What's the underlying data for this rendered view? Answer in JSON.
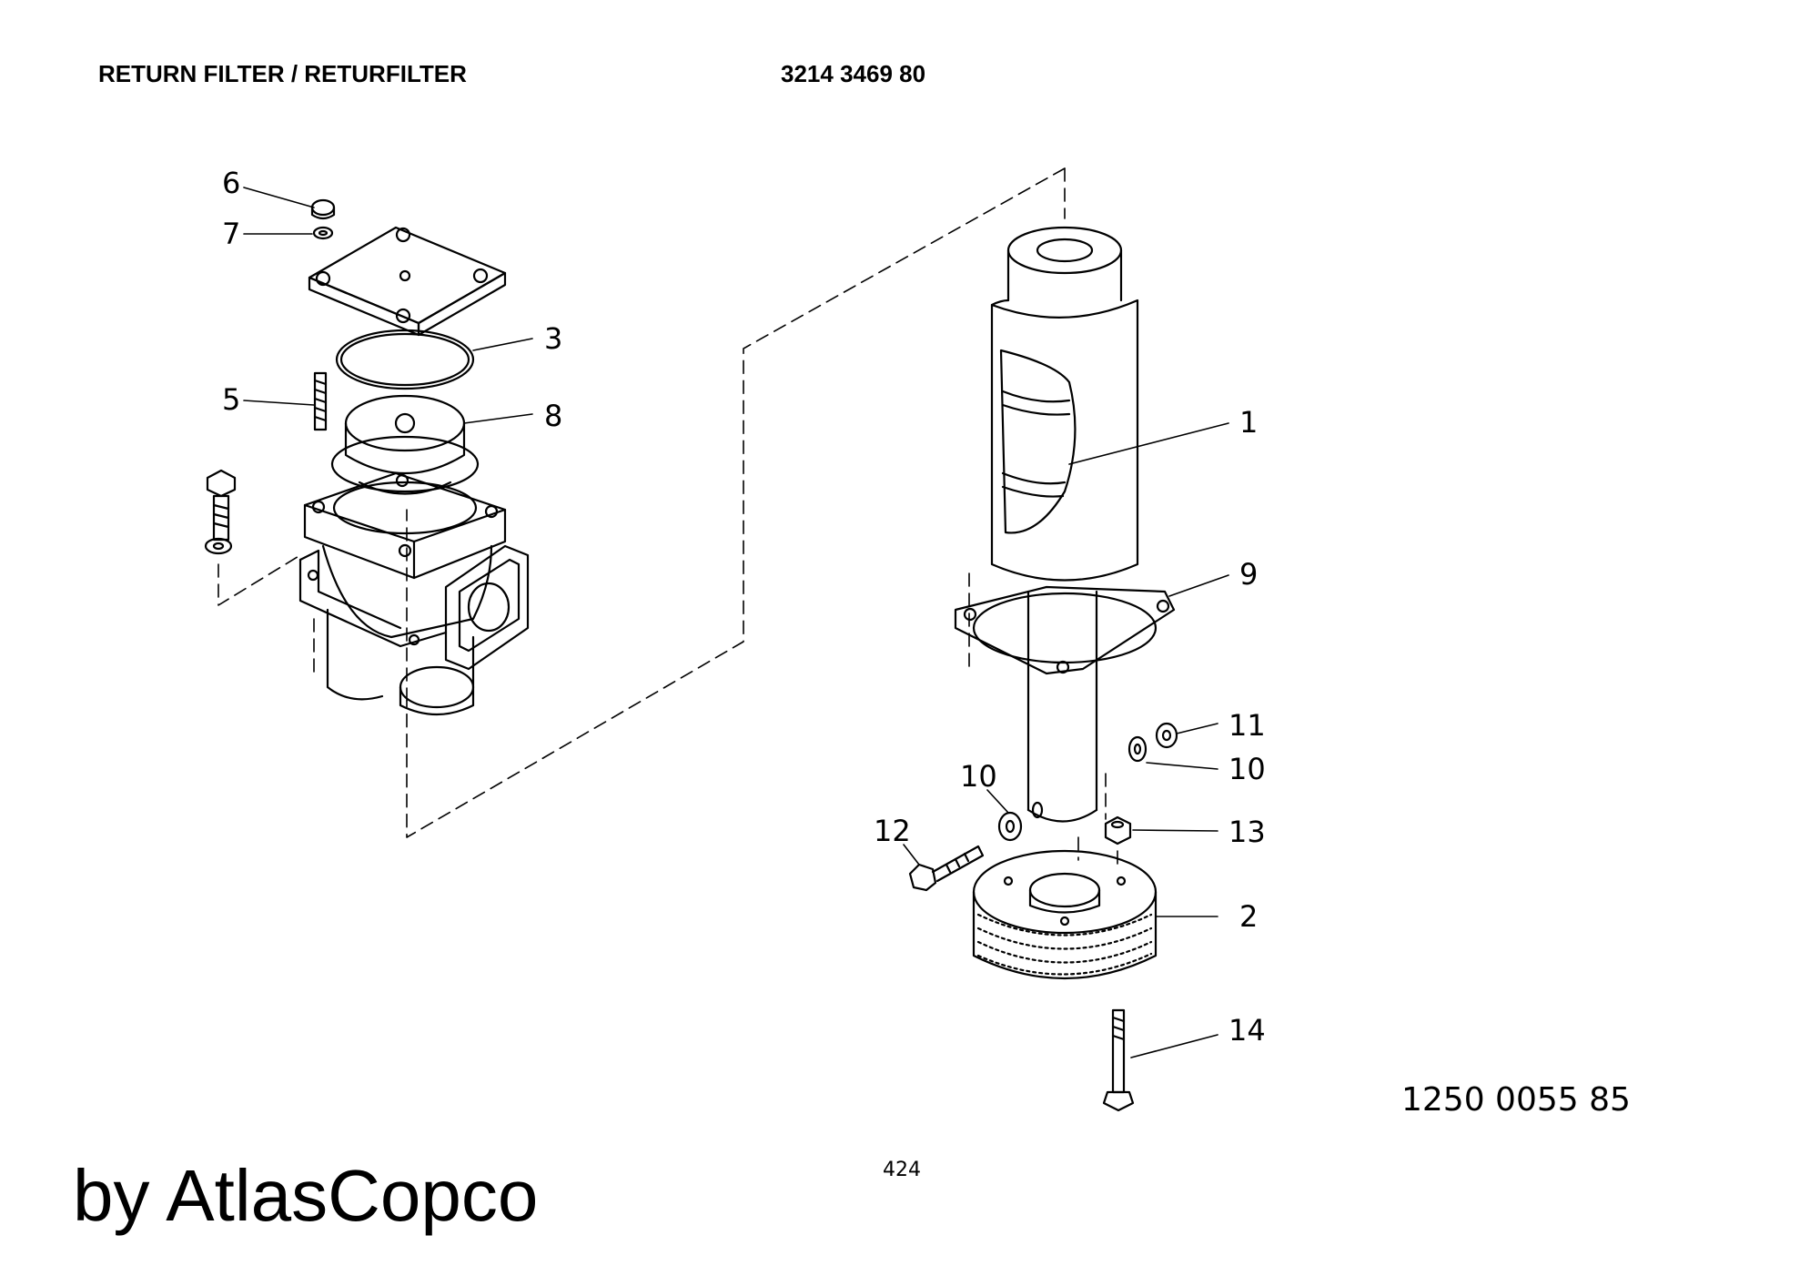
{
  "header": {
    "title": "RETURN FILTER / RETURFILTER",
    "part_number": "3214 3469 80"
  },
  "callouts": {
    "c1": "1",
    "c2": "2",
    "c3": "3",
    "c5": "5",
    "c6": "6",
    "c7": "7",
    "c8": "8",
    "c9": "9",
    "c10a": "10",
    "c10b": "10",
    "c11": "11",
    "c12": "12",
    "c13": "13",
    "c14": "14"
  },
  "drawing_number": "1250 0055 85",
  "page_number": "424",
  "watermark": "by AtlasCopco",
  "colors": {
    "line": "#000000",
    "background": "#ffffff"
  }
}
